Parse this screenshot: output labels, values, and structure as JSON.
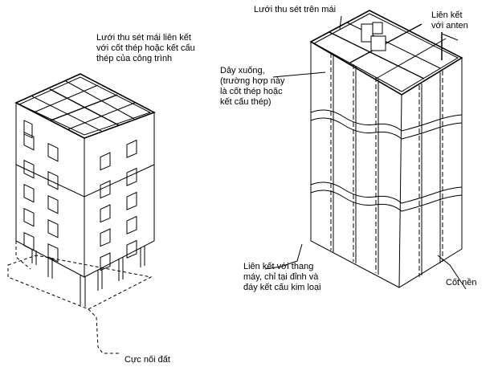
{
  "labels": {
    "left_roof": [
      "Lưới thu sét mái liên kết",
      "với cốt thép hoặc kết cấu",
      "thép của công trình"
    ],
    "ground": "Cực nối đất",
    "right_roof": "Lưới thu sét trên mái",
    "antenna": [
      "Liên      kết",
      "với anten"
    ],
    "down_conductor": [
      "Dây          xuống,",
      "(trường hợp này",
      "là cốt thép hoặc",
      "kết cấu thép)"
    ],
    "elevator": [
      "Liên  kết  với  thang",
      "máy, chỉ tại đỉnh và",
      "đáy kết cấu kim loại"
    ],
    "foundation": "Cốt nền"
  }
}
